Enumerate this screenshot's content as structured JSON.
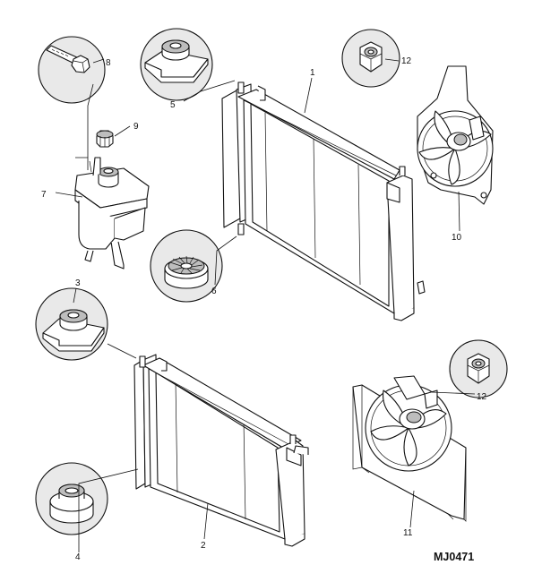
{
  "drawing_ref": "MJ0471",
  "callouts": {
    "c1": "1",
    "c2": "2",
    "c3": "3",
    "c4": "4",
    "c5": "5",
    "c6": "6",
    "c7": "7",
    "c8": "8",
    "c9": "9",
    "c10": "10",
    "c11": "11",
    "c12a": "12",
    "c12b": "12"
  }
}
